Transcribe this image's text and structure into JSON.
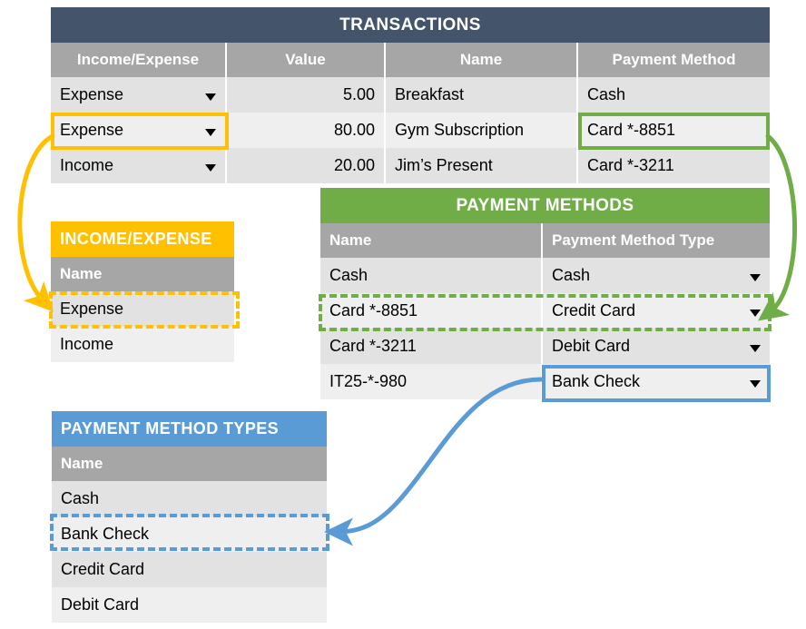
{
  "transactions": {
    "title": "TRANSACTIONS",
    "columns": [
      "Income/Expense",
      "Value",
      "Name",
      "Payment Method"
    ],
    "rows": [
      {
        "type": "Expense",
        "value": "5.00",
        "name": "Breakfast",
        "method": "Cash"
      },
      {
        "type": "Expense",
        "value": "80.00",
        "name": "Gym Subscription",
        "method": "Card *-8851"
      },
      {
        "type": "Income",
        "value": "20.00",
        "name": "Jim’s Present",
        "method": "Card *-3211"
      }
    ]
  },
  "income_expense": {
    "title": "INCOME/EXPENSE",
    "columns": [
      "Name"
    ],
    "rows": [
      {
        "name": "Expense"
      },
      {
        "name": "Income"
      }
    ]
  },
  "payment_methods": {
    "title": "PAYMENT METHODS",
    "columns": [
      "Name",
      "Payment Method Type"
    ],
    "rows": [
      {
        "name": "Cash",
        "type": "Cash"
      },
      {
        "name": "Card *-8851",
        "type": "Credit Card"
      },
      {
        "name": "Card *-3211",
        "type": "Debit Card"
      },
      {
        "name": "IT25-*-980",
        "type": "Bank Check"
      }
    ]
  },
  "payment_method_types": {
    "title": "PAYMENT METHOD TYPES",
    "columns": [
      "Name"
    ],
    "rows": [
      {
        "name": "Cash"
      },
      {
        "name": "Bank Check"
      },
      {
        "name": "Credit Card"
      },
      {
        "name": "Debit Card"
      }
    ]
  },
  "colors": {
    "navy": "#44546a",
    "amber": "#ffc000",
    "green": "#70ad47",
    "blue": "#5b9bd5",
    "header_gray": "#a6a6a6",
    "row_dark": "#e2e2e2",
    "row_light": "#efefef"
  },
  "icons": {
    "dropdown": "caret-down-icon"
  }
}
